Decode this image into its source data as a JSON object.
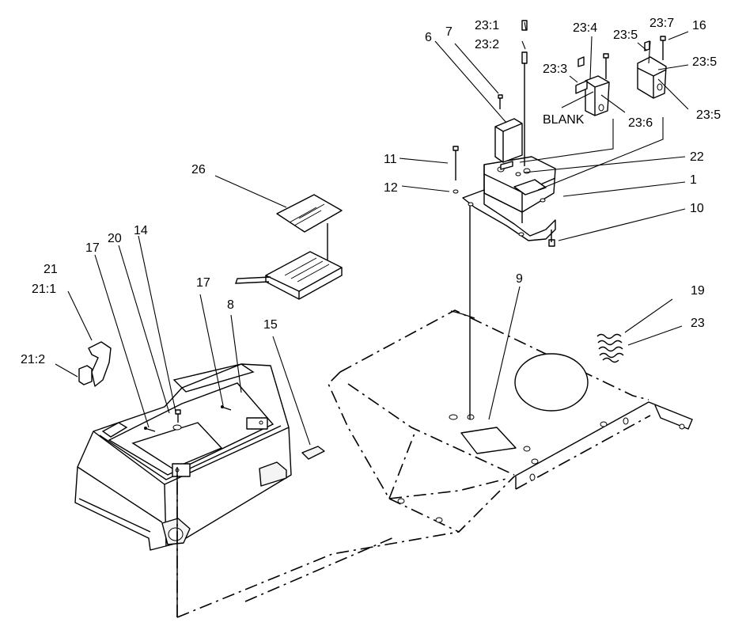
{
  "callouts": {
    "c1": "1",
    "c6": "6",
    "c7": "7",
    "c8": "8",
    "c9": "9",
    "c10": "10",
    "c11": "11",
    "c12": "12",
    "c14": "14",
    "c15": "15",
    "c16": "16",
    "c17a": "17",
    "c17b": "17",
    "c19": "19",
    "c20": "20",
    "c21": "21",
    "c21_1": "21:1",
    "c21_2": "21:2",
    "c22": "22",
    "c23": "23",
    "c23_1": "23:1",
    "c23_2": "23:2",
    "c23_3": "23:3",
    "c23_4": "23:4",
    "c23_5a": "23:5",
    "c23_5b": "23:5",
    "c23_5c": "23:5",
    "c23_6": "23:6",
    "c23_7": "23:7",
    "c26": "26",
    "blank": "BLANK"
  },
  "colors": {
    "ink": "#000000",
    "paper": "#ffffff"
  }
}
